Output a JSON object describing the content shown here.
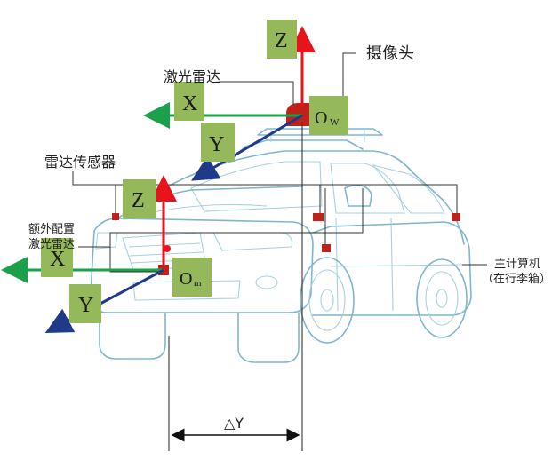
{
  "labels": {
    "camera": "摄像头",
    "lidar": "激光雷达",
    "radar_sensor": "雷达传感器",
    "extra_lidar_line1": "额外配置",
    "extra_lidar_line2": "激光雷达",
    "main_computer_line1": "主计算机",
    "main_computer_line2": "（在行李箱）"
  },
  "axes": {
    "world": {
      "z": "Z",
      "x": "X",
      "y": "Y",
      "origin": "O",
      "origin_sub": "W"
    },
    "mount": {
      "z": "Z",
      "x": "X",
      "y": "Y",
      "origin": "O",
      "origin_sub": "m"
    }
  },
  "offset_label": "△Y",
  "colors": {
    "z_axis": "#e8141c",
    "x_axis": "#1aa14a",
    "y_axis": "#1f3a8a",
    "label_box": "#94b85a",
    "sensor_red": "#c0221b",
    "car_outline": "#7fb6cf"
  }
}
